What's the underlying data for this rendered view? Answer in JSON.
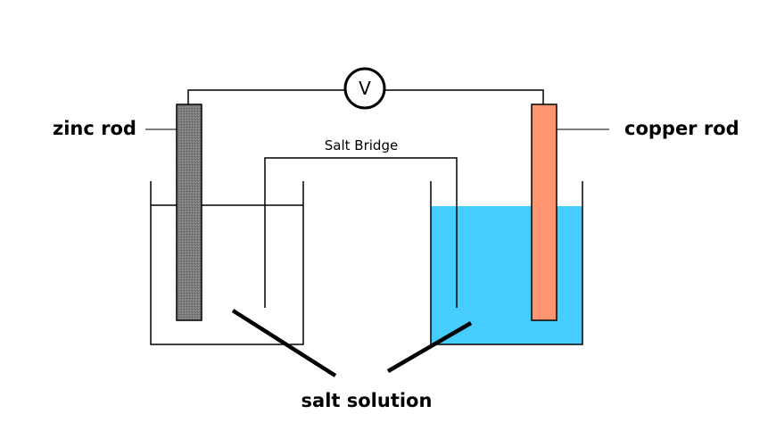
{
  "labels": {
    "zinc_rod": "zinc rod",
    "copper_rod": "copper rod",
    "salt_bridge": "Salt Bridge",
    "salt_solution": "salt solution",
    "voltmeter": "V"
  },
  "colors": {
    "zinc_rod": "#808080",
    "copper_rod": "#FF9470",
    "solution_right": "#47CCFF",
    "wire": "#000000",
    "background": "#FFFFFF"
  }
}
